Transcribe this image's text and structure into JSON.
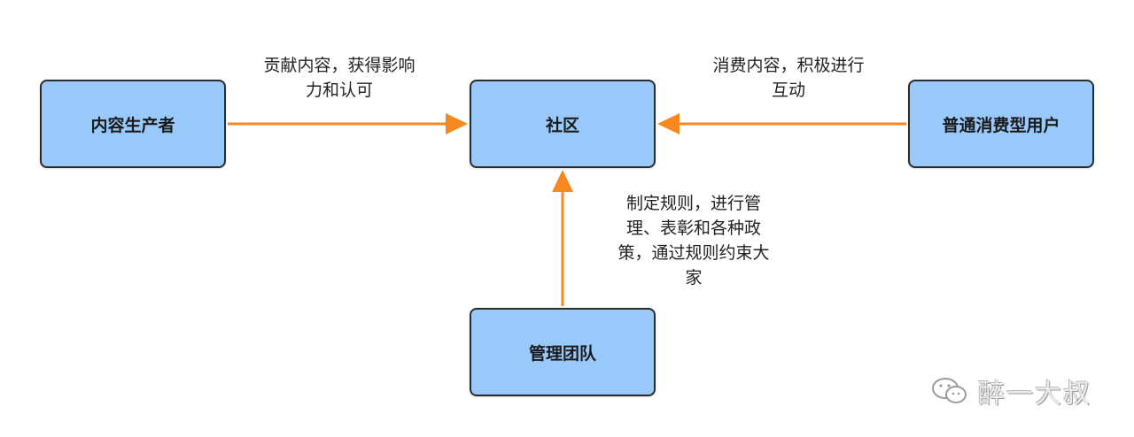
{
  "nodes": {
    "producer": "内容生产者",
    "community": "社区",
    "consumer": "普通消费型用户",
    "management": "管理团队"
  },
  "edges": {
    "producer_to_community": [
      "贡献内容，获得影响",
      "力和认可"
    ],
    "consumer_to_community": [
      "消费内容，积极进行",
      "互动"
    ],
    "management_to_community": [
      "制定规则，进行管",
      "理、表彰和各种政",
      "策，通过规则约束大",
      "家"
    ]
  },
  "watermark": {
    "text": "醉一大叔",
    "icon": "wechat-icon"
  },
  "colors": {
    "node_fill": "#99c9fb",
    "node_border": "#2b2b2b",
    "arrow": "#f5891f"
  }
}
